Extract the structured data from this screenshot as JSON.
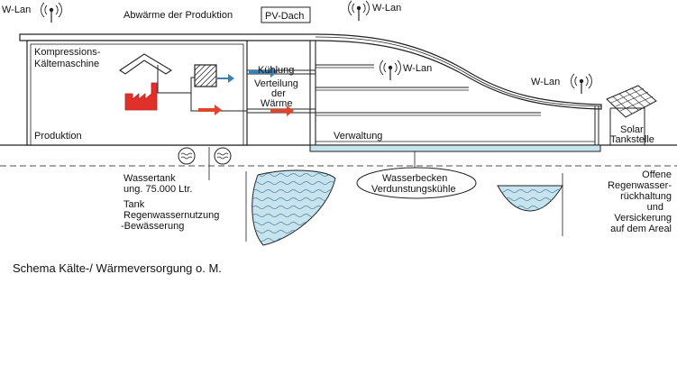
{
  "labels": {
    "wlan_1": "W-Lan",
    "wlan_2": "W-Lan",
    "wlan_3": "W-Lan",
    "wlan_4": "W-Lan",
    "abwaerme": "Abwärme der Produktion",
    "pv_dach": "PV-Dach",
    "kompressions_line1": "Kompressions-",
    "kompressions_line2": "Kältemaschine",
    "kuehlung": "Kühlung",
    "verteilung_line1": "Verteilung",
    "verteilung_line2": "der",
    "verteilung_line3": "Wärme",
    "produktion": "Produktion",
    "verwaltung": "Verwaltung",
    "solar_line1": "Solar",
    "solar_line2": "Tankstelle",
    "wassertank_line1": "Wassertank",
    "wassertank_line2": "ung. 75.000 Ltr.",
    "tank_line1": "Tank",
    "tank_line2": "Regenwassernutzung",
    "tank_line3": "-Bewässerung",
    "wasserbecken_line1": "Wasserbecken",
    "wasserbecken_line2": "Verdunstungskühle",
    "offene_line1": "Offene",
    "offene_line2": "Regenwasser-",
    "offene_line3": "rückhaltung",
    "offene_line4": "und",
    "offene_line5": "Versickerung",
    "offene_line6": "auf dem Areal"
  },
  "caption": "Schema Kälte-/ Wärmeversorgung o. M.",
  "colors": {
    "line": "#222222",
    "cooling_arrow": "#3a7fb0",
    "heat_arrow": "#e0442a",
    "factory": "#e0302a",
    "water_fill": "#c6e3ee"
  },
  "icons": [
    "wlan-antenna-icon",
    "factory-icon",
    "heat-exchanger-icon",
    "solar-panel-icon",
    "water-wave-icon"
  ]
}
